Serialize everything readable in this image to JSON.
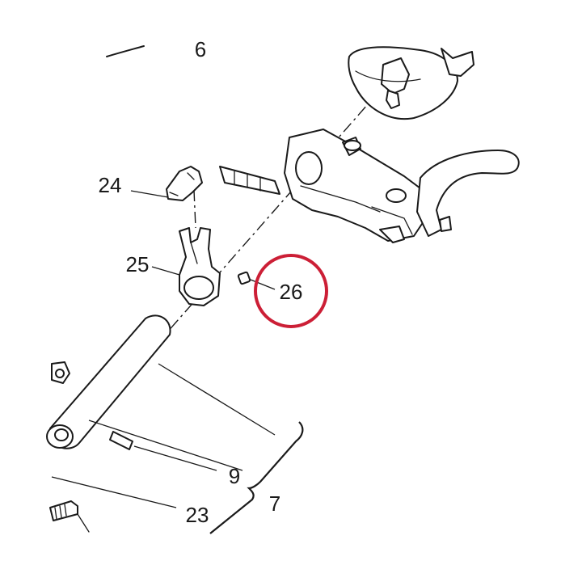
{
  "callouts": {
    "p6": "6",
    "p24": "24",
    "p25": "25",
    "p26": "26",
    "p9": "9",
    "p7": "7",
    "p23": "23"
  },
  "highlight": {
    "target": "26",
    "color": "#cc1f36"
  }
}
